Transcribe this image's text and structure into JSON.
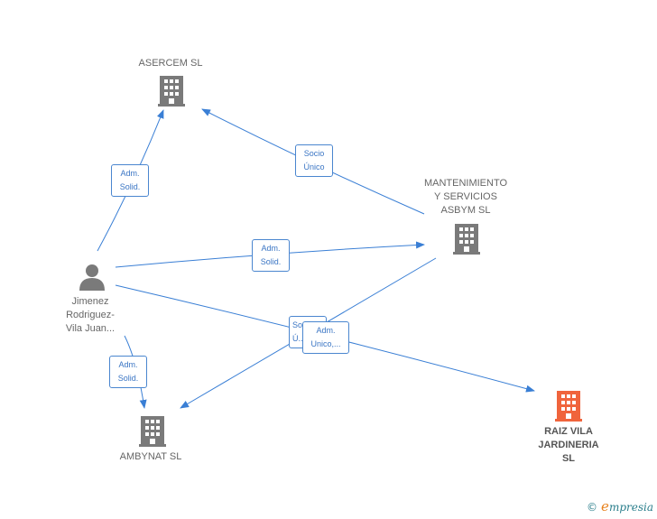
{
  "nodes": {
    "asercem": {
      "label": "ASERCEM  SL",
      "type": "company"
    },
    "mantenimiento": {
      "label_lines": [
        "MANTENIMIENTO",
        "Y SERVICIOS",
        "ASBYM  SL"
      ],
      "type": "company"
    },
    "person": {
      "label_lines": [
        "Jimenez",
        "Rodriguez-",
        "Vila Juan..."
      ],
      "type": "person"
    },
    "ambynat": {
      "label": "AMBYNAT  SL",
      "type": "company"
    },
    "raiz": {
      "label_lines": [
        "RAIZ VILA",
        "JARDINERIA",
        "SL"
      ],
      "type": "company",
      "highlight": true
    }
  },
  "edges": [
    {
      "id": "e1",
      "from": "person",
      "to": "asercem",
      "label_lines": [
        "Adm.",
        "Solid."
      ]
    },
    {
      "id": "e2",
      "from": "mantenimiento",
      "to": "asercem",
      "label_lines": [
        "Socio",
        "Único"
      ]
    },
    {
      "id": "e3",
      "from": "person",
      "to": "mantenimiento",
      "label_lines": [
        "Adm.",
        "Solid."
      ]
    },
    {
      "id": "e4",
      "from": "person",
      "to": "ambynat",
      "label_lines": [
        "Adm.",
        "Solid."
      ]
    },
    {
      "id": "e5",
      "from": "mantenimiento",
      "to": "ambynat",
      "label_lines": [
        "Socio",
        "Ú..."
      ]
    },
    {
      "id": "e6",
      "from": "person",
      "to": "raiz",
      "label_lines": [
        "Adm.",
        "Unico,..."
      ]
    }
  ],
  "colors": {
    "edge": "#3a7fd5",
    "company_icon": "#7a7a7a",
    "highlight_icon": "#f0643c",
    "person_icon": "#7a7a7a"
  },
  "brand": {
    "symbol": "©",
    "initial": "e",
    "rest": "mpresia"
  }
}
